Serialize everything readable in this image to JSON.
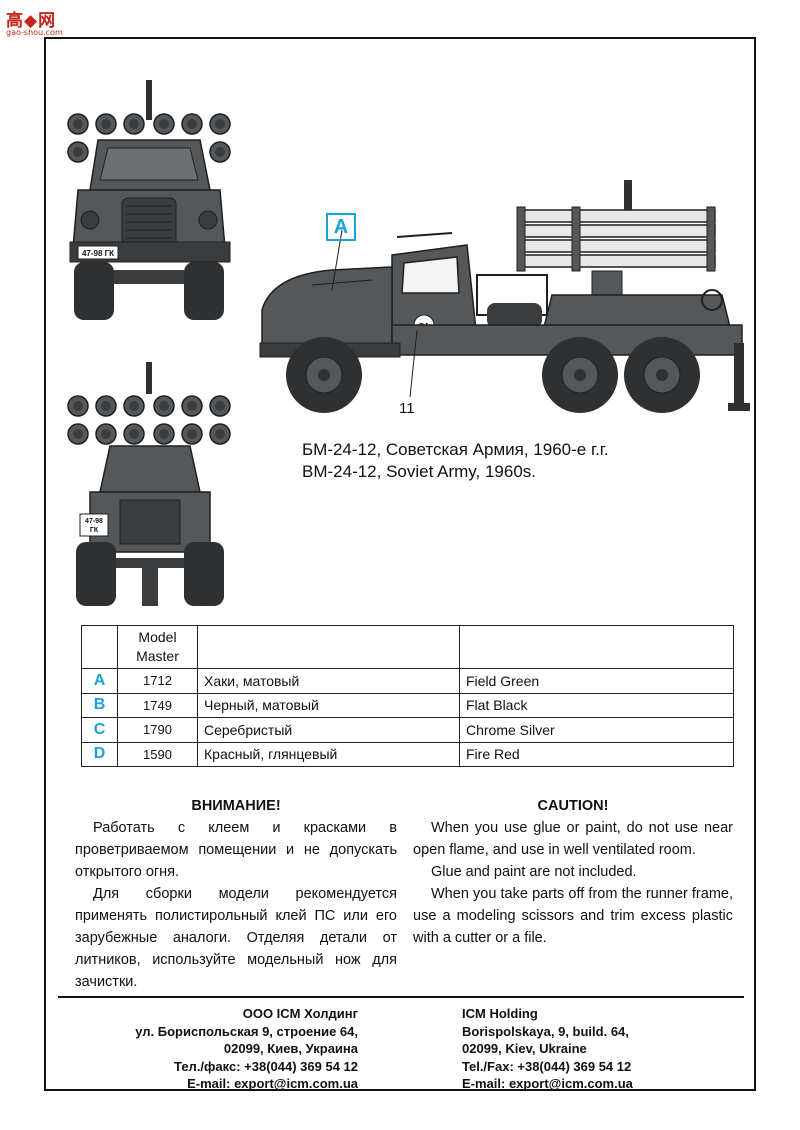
{
  "watermark": {
    "logo": "高◆网",
    "url": "gao-shou.com"
  },
  "callout": {
    "letter": "A",
    "number": "11"
  },
  "truck": {
    "plate": "47-98 ГК",
    "plate_line1": "47-98",
    "plate_line2": "ГК",
    "door_emblem": "СА"
  },
  "caption": {
    "ru": "БМ-24-12, Советская Армия, 1960-е г.г.",
    "en": "BM-24-12, Soviet Army, 1960s."
  },
  "color_table": {
    "header": {
      "brand_line1": "Model",
      "brand_line2": "Master"
    },
    "rows": [
      {
        "letter": "A",
        "code": "1712",
        "ru": "Хаки, матовый",
        "en": "Field Green"
      },
      {
        "letter": "B",
        "code": "1749",
        "ru": "Черный, матовый",
        "en": "Flat Black"
      },
      {
        "letter": "C",
        "code": "1790",
        "ru": "Серебристый",
        "en": "Chrome Silver"
      },
      {
        "letter": "D",
        "code": "1590",
        "ru": "Красный, глянцевый",
        "en": "Fire Red"
      }
    ]
  },
  "warning_ru": {
    "title": "ВНИМАНИЕ!",
    "p1": "Работать с клеем и красками в проветриваемом помещении и не допускать открытого огня.",
    "p2": "Для сборки модели рекомендуется применять полистирольный клей ПС или его зарубежные аналоги. Отделяя детали от литников, используйте модельный нож для зачистки."
  },
  "warning_en": {
    "title": "CAUTION!",
    "p1": "When you use glue or paint, do not use near open flame, and use in well ventilated room.",
    "p2": "Glue and paint are not included.",
    "p3": "When you take parts off from the runner frame, use a modeling scissors and trim excess plastic with a cutter or a file."
  },
  "address_ru": {
    "line1": "ООО ICM Холдинг",
    "line2": "ул. Бориспольская 9, строение 64,",
    "line3": "02099, Киев, Украина",
    "line4": "Тел./факс: +38(044) 369 54 12",
    "line5": "E-mail: export@icm.com.ua"
  },
  "address_en": {
    "line1": "ICM Holding",
    "line2": "Borispolskaya, 9, build. 64,",
    "line3": "02099, Kiev, Ukraine",
    "line4": "Tel./Fax: +38(044) 369 54 12",
    "line5": "E-mail: export@icm.com.ua"
  },
  "colors": {
    "accent": "#1aa3d9",
    "vehicle": "#55585a",
    "vehicle_dark": "#2e3032",
    "watermark": "#c8241c"
  }
}
